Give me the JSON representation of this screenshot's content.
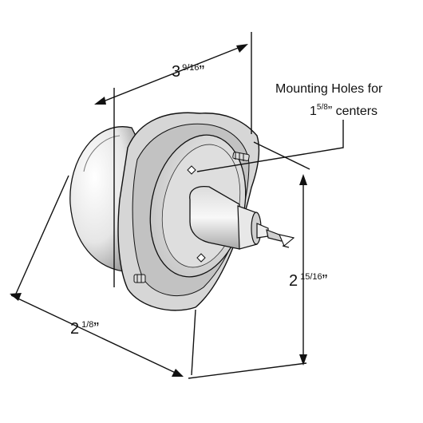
{
  "dimensions": {
    "depth": {
      "whole": "3",
      "frac": "9/16",
      "mark": "”"
    },
    "diameter": {
      "whole": "2",
      "frac": "1/8",
      "mark": "”"
    },
    "height": {
      "whole": "2",
      "frac": "15/16",
      "mark": "”"
    }
  },
  "callout": {
    "line1": "Mounting Holes for",
    "line2_whole": "1",
    "line2_frac": "5/8",
    "line2_rest": "” centers"
  },
  "colors": {
    "ink": "#111111",
    "shade": "#cfcfcf",
    "background": "#ffffff"
  }
}
